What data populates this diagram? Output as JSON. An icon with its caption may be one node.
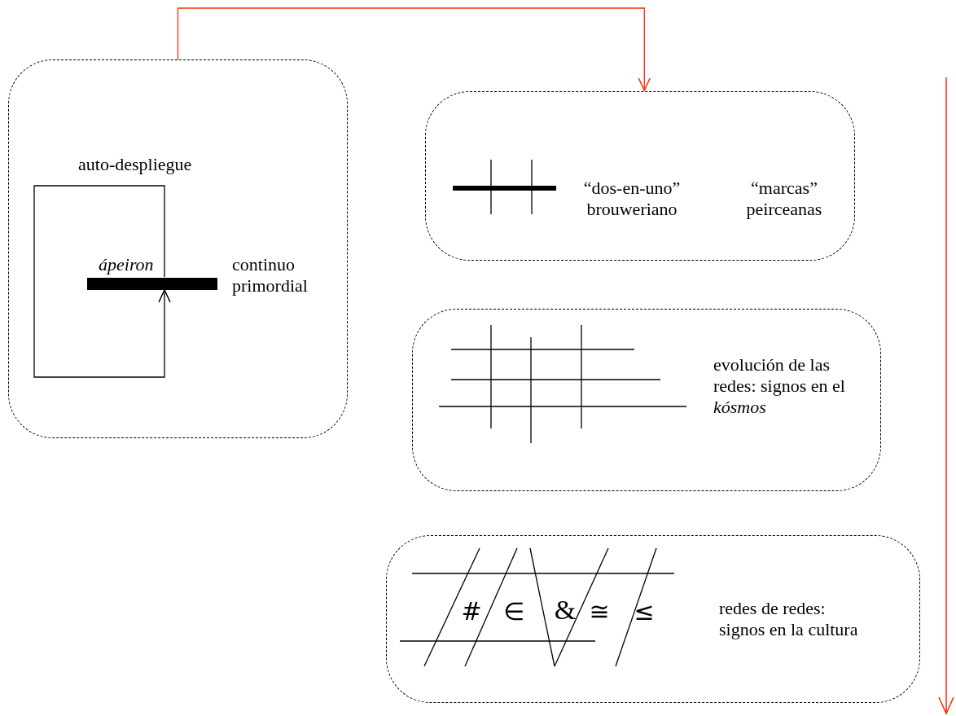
{
  "diagram": {
    "nodes": [
      {
        "text": [
          "auto-despliegue",
          "ápeiron",
          "continuo primordial"
        ]
      },
      {
        "text": [],
        "shape": "bar",
        "in": 0
      },
      {
        "text": [
          "“dos-en-uno” brouweriano",
          "“marcas” peirceanas"
        ]
      },
      {
        "text": [
          "evolución de las redes: signos en el *kósmos*"
        ]
      },
      {
        "text": [
          "#",
          "∈",
          "&",
          "≅",
          "≤",
          "redes de redes: signos en la cultura"
        ]
      }
    ],
    "edges": [
      {
        "from": 1,
        "to": 1,
        "arrow": "to"
      },
      {
        "from": 0,
        "to": 2,
        "arrow": "to",
        "color": "#ff2a00"
      }
    ]
  }
}
